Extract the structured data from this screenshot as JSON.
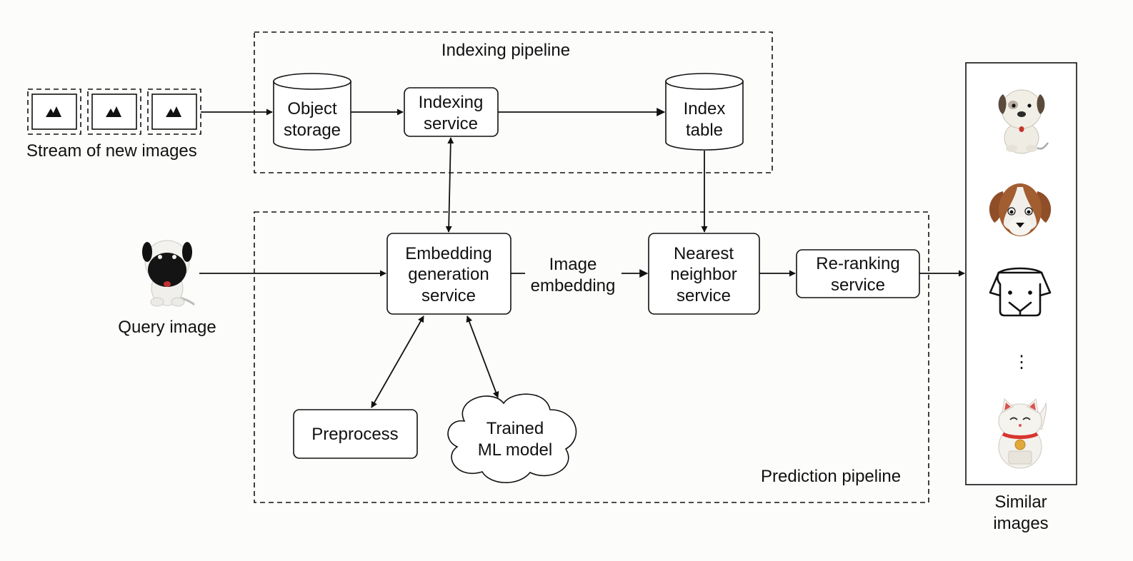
{
  "groups": {
    "indexing": "Indexing pipeline",
    "prediction": "Prediction pipeline"
  },
  "stream_label": "Stream of new images",
  "query_label": "Query image",
  "nodes": {
    "object_storage": [
      "Object",
      "storage"
    ],
    "indexing_service": [
      "Indexing",
      "service"
    ],
    "index_table": [
      "Index",
      "table"
    ],
    "embedding_service": [
      "Embedding",
      "generation",
      "service"
    ],
    "image_embedding": [
      "Image",
      "embedding"
    ],
    "nearest_neighbor": [
      "Nearest",
      "neighbor",
      "service"
    ],
    "reranking": [
      "Re-ranking",
      "service"
    ],
    "preprocess": "Preprocess",
    "trained_model": [
      "Trained",
      "ML model"
    ]
  },
  "results": {
    "label": [
      "Similar",
      "images"
    ],
    "ellipsis": "⋮",
    "icons": [
      "plush-dog-icon",
      "beagle-dog-icon",
      "outline-dog-icon",
      "lucky-cat-icon"
    ]
  }
}
